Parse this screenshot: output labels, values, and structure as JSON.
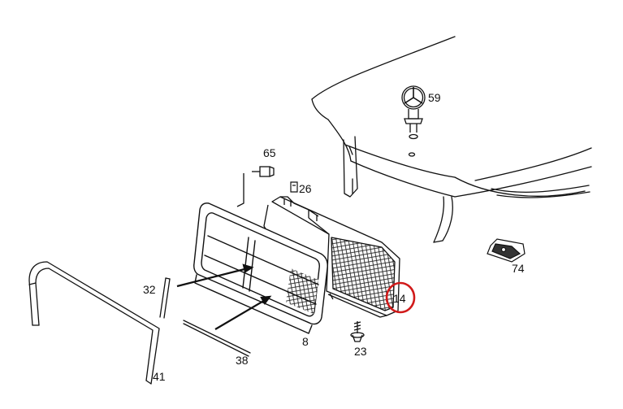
{
  "diagram": {
    "colors": {
      "line": "#111111",
      "highlight": "#d11a1a",
      "background": "#ffffff"
    },
    "callouts": [
      {
        "id": "59",
        "label": "59",
        "part": "hood-star-emblem"
      },
      {
        "id": "65",
        "label": "65",
        "part": "bolt"
      },
      {
        "id": "26",
        "label": "26",
        "part": "clip"
      },
      {
        "id": "32",
        "label": "32",
        "part": "trim-strip-short"
      },
      {
        "id": "8",
        "label": "8",
        "part": "radiator-grille-frame"
      },
      {
        "id": "14",
        "label": "14",
        "part": "grille-mesh-insert",
        "highlighted": true
      },
      {
        "id": "74",
        "label": "74",
        "part": "hood-lock-bracket"
      },
      {
        "id": "23",
        "label": "23",
        "part": "screw"
      },
      {
        "id": "38",
        "label": "38",
        "part": "seal-strip"
      },
      {
        "id": "41",
        "label": "41",
        "part": "headlamp-surround-trim"
      }
    ]
  }
}
